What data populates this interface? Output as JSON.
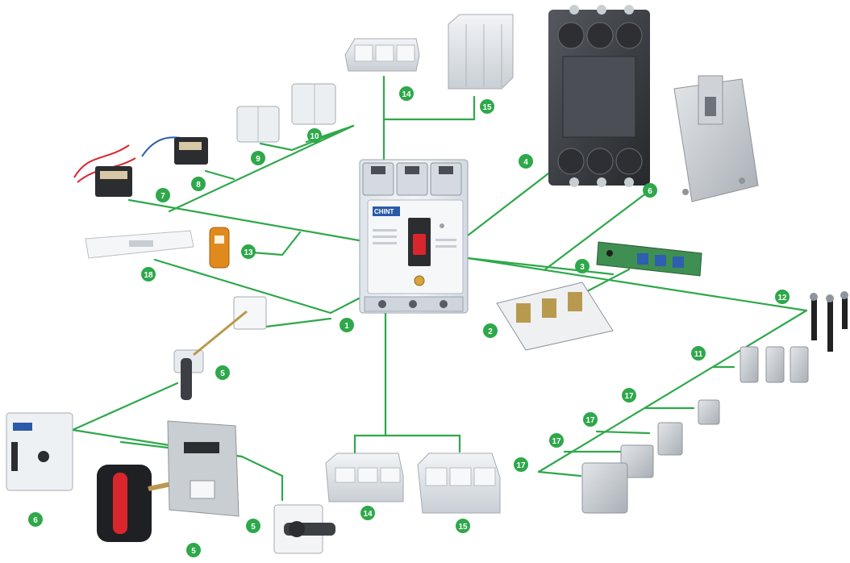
{
  "colors": {
    "connector": "#2ea84a",
    "badge": "#2ea84a",
    "badge_text": "#ffffff",
    "breaker_body": "#e9edf2",
    "breaker_frame": "#b9c2cc",
    "dark_plastic": "#3c3f44",
    "handle_red": "#d9262c",
    "brass": "#b89a4e",
    "orange_lock": "#e08a1e",
    "pcb_green": "#3f8f52",
    "metal": "#c9ced3"
  },
  "breaker": {
    "brand": "CHINT"
  },
  "badges": {
    "b1": "1",
    "b2": "2",
    "b3": "3",
    "b4": "4",
    "b5a": "5",
    "b5b": "5",
    "b5c": "5",
    "b6a": "6",
    "b6b": "6",
    "b7": "7",
    "b8": "8",
    "b9": "9",
    "b10": "10",
    "b11": "11",
    "b12": "12",
    "b13": "13",
    "b14a": "14",
    "b14b": "14",
    "b15a": "15",
    "b15b": "15",
    "b17a": "17",
    "b17b": "17",
    "b17c": "17",
    "b17d": "17",
    "b18": "18"
  },
  "accessories": [
    {
      "id": "b1",
      "icon": "terminal-mount-icon"
    },
    {
      "id": "b2",
      "icon": "plug-in-base-icon"
    },
    {
      "id": "b3",
      "icon": "pcb-module-icon"
    },
    {
      "id": "b4",
      "icon": "rear-connection-base-icon"
    },
    {
      "id": "b6b",
      "icon": "din-rail-adapter-icon"
    },
    {
      "id": "b7",
      "icon": "shunt-release-icon"
    },
    {
      "id": "b8",
      "icon": "undervoltage-release-icon"
    },
    {
      "id": "b9",
      "icon": "auxiliary-contact-icon"
    },
    {
      "id": "b10",
      "icon": "alarm-contact-icon"
    },
    {
      "id": "b11",
      "icon": "terminal-plates-icon"
    },
    {
      "id": "b12",
      "icon": "terminal-rods-icon"
    },
    {
      "id": "b13",
      "icon": "padlock-device-icon"
    },
    {
      "id": "b14a",
      "icon": "short-terminal-cover-icon"
    },
    {
      "id": "b15a",
      "icon": "long-terminal-cover-icon"
    },
    {
      "id": "b17a",
      "icon": "cable-connector-icon"
    },
    {
      "id": "b18",
      "icon": "mounting-rail-icon"
    }
  ]
}
